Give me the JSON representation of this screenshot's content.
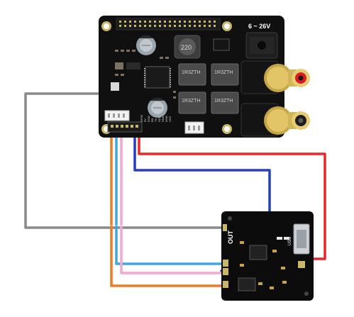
{
  "main_board": {
    "voltage_label": "6 ~ 26V",
    "inductor_marking": "220",
    "filter_inductor_marking": "1R3ZTH",
    "header_pin_labels": [
      "GPIO",
      "5V",
      "GND",
      "RX",
      "TX",
      "SCL",
      "SDA",
      "GND",
      "VCC"
    ]
  },
  "small_board": {
    "side_label": "OUT",
    "usb_label": "USB"
  },
  "wire_colors": {
    "gray": "#8a8a8a",
    "red": "#e8262b",
    "blue": "#2740b8",
    "orange": "#f07a26",
    "pink": "#f3a9cf",
    "cyan": "#3fa7dc"
  }
}
